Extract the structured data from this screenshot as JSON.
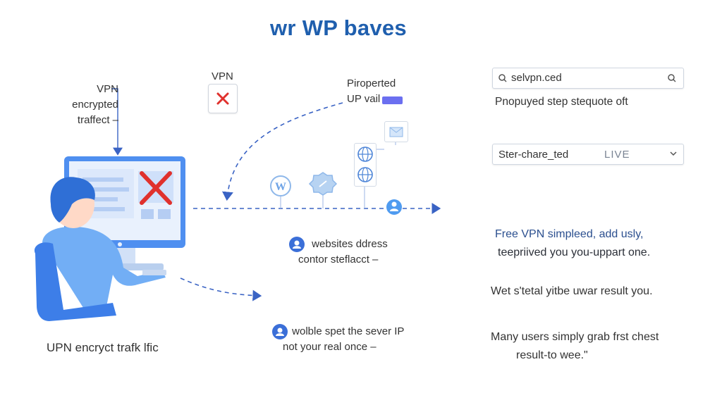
{
  "title": "wr WP baves",
  "left_label": [
    "VPN",
    "encrypted",
    "traffect –"
  ],
  "top_vpn_label": "VPN",
  "proxy_label": [
    "Piroperted",
    "UP vail"
  ],
  "search": {
    "value": "selvpn.ced"
  },
  "right_text_1": "Pnopuyed step  stequote oft",
  "dropdown": {
    "value": "Ster-chare_ted",
    "status": "LIVE"
  },
  "middle_label": [
    "websites ddress",
    "contor steflacct –"
  ],
  "bottom_label": [
    "wolble spet the sever IP",
    "not your real once –"
  ],
  "bottom_left_caption": "UPN encryct trafk lfic",
  "right_para_1": [
    "Free VPN simpleed, add usly,",
    "teepriived you you-uppart one."
  ],
  "right_para_2": "Wet s'tetal yitbe uwar result you.",
  "right_para_3": [
    "Many users simply grab frst chest",
    "result-to wee.\""
  ],
  "colors": {
    "accent": "#3b6fd8",
    "title": "#1f5fae",
    "error": "#e0312d",
    "line": "#3a63c4"
  }
}
